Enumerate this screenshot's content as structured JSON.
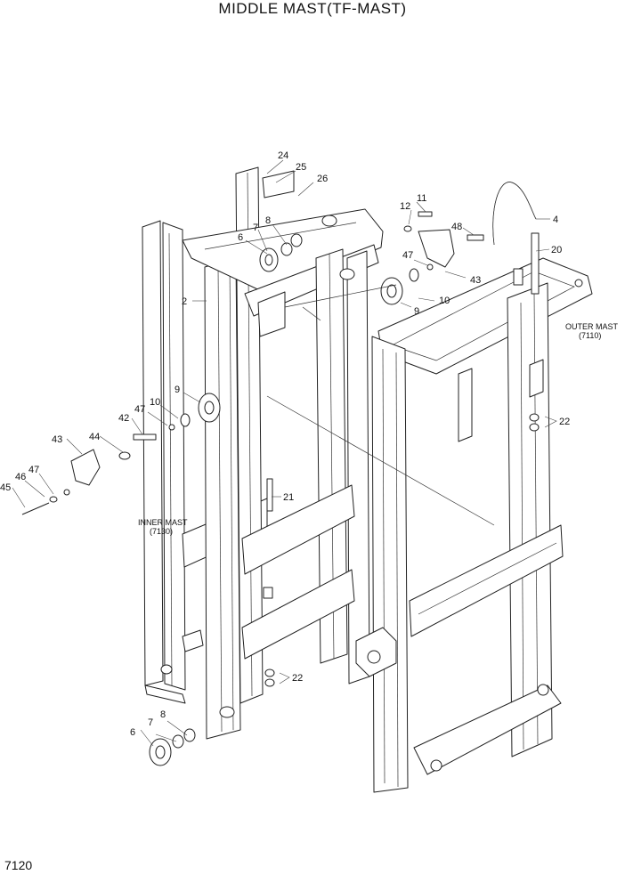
{
  "title": "MIDDLE MAST(TF-MAST)",
  "page_number": "7120",
  "references": {
    "outer_mast": {
      "name": "OUTER MAST",
      "code": "(7110)"
    },
    "inner_mast": {
      "name": "INNER MAST",
      "code": "(7130)"
    }
  },
  "callouts": {
    "c24": "24",
    "c25": "25",
    "c26": "26",
    "c11": "11",
    "c12": "12",
    "c4": "4",
    "c48": "48",
    "c20": "20",
    "c8a": "8",
    "c7a": "7",
    "c6a": "6",
    "c2": "2",
    "c47a": "47",
    "c43a": "43",
    "c10a": "10",
    "c9a": "9",
    "c22a": "22",
    "c9b": "9",
    "c10b": "10",
    "c47b": "47",
    "c42": "42",
    "c43b": "43",
    "c44": "44",
    "c45": "45",
    "c46": "46",
    "c47c": "47",
    "c21": "21",
    "c22b": "22",
    "c8b": "8",
    "c7b": "7",
    "c6b": "6"
  }
}
